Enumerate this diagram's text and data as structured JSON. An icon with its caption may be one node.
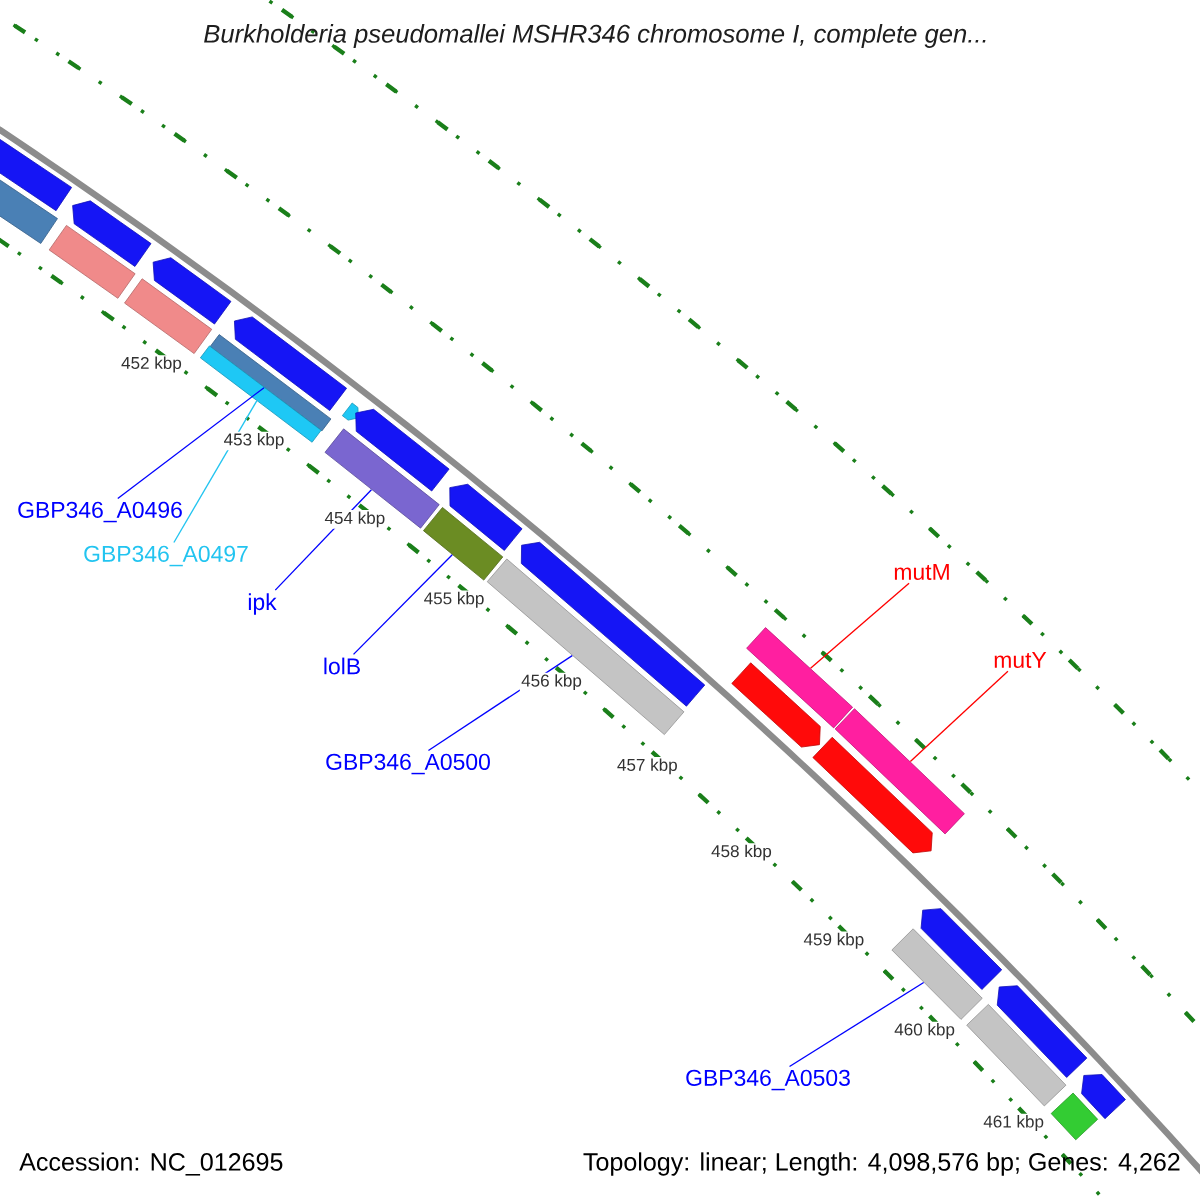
{
  "diagram": {
    "title": "Burkholderia pseudomallei MSHR346 chromosome I, complete gen...",
    "nodes": [
      {
        "text": [
          "GBP346_A0496"
        ]
      },
      {
        "text": [
          "GBP346_A0497"
        ]
      },
      {
        "text": [
          "ipk"
        ]
      },
      {
        "text": [
          "lolB"
        ]
      },
      {
        "text": [
          "GBP346_A0500"
        ]
      },
      {
        "text": [
          "mutM"
        ]
      },
      {
        "text": [
          "mutY"
        ]
      },
      {
        "text": [
          "GBP346_A0503"
        ]
      },
      {
        "text": [],
        "shape": "arrow"
      },
      {
        "text": [],
        "shape": "bar"
      },
      {
        "text": [],
        "shape": "arrow"
      },
      {
        "text": [],
        "shape": "bar"
      },
      {
        "text": [],
        "shape": "arrow"
      },
      {
        "text": [],
        "shape": "bar"
      },
      {
        "text": [],
        "shape": "bar"
      },
      {
        "text": [],
        "shape": "bar"
      },
      {
        "text": [],
        "shape": "arrow"
      },
      {
        "text": [],
        "shape": "arrow"
      },
      {
        "text": [],
        "shape": "arrow"
      },
      {
        "text": [],
        "shape": "bar"
      },
      {
        "text": [],
        "shape": "arrow"
      },
      {
        "text": [],
        "shape": "bar"
      },
      {
        "text": [],
        "shape": "bar"
      },
      {
        "text": [],
        "shape": "arrow"
      },
      {
        "text": [],
        "shape": "bar"
      },
      {
        "text": [],
        "shape": "arrow"
      },
      {
        "text": [],
        "shape": "arrow"
      },
      {
        "text": [],
        "shape": "bar"
      },
      {
        "text": [],
        "shape": "bar"
      },
      {
        "text": [],
        "shape": "arrow"
      },
      {
        "text": [],
        "shape": "bar"
      },
      {
        "text": [],
        "shape": "arrow"
      },
      {
        "text": [],
        "shape": "bar"
      },
      {
        "text": [],
        "shape": "arrow"
      }
    ],
    "edges": [
      {
        "from": 0,
        "to": 14,
        "arrow": "none"
      },
      {
        "from": 1,
        "to": 15,
        "arrow": "none",
        "color": "#22c4f0"
      },
      {
        "from": 2,
        "to": 19,
        "arrow": "none"
      },
      {
        "from": 3,
        "to": 21,
        "arrow": "none"
      },
      {
        "from": 4,
        "to": 22,
        "arrow": "none"
      },
      {
        "from": 5,
        "to": 24,
        "arrow": "none",
        "color": "#ff0000"
      },
      {
        "from": 6,
        "to": 27,
        "arrow": "none",
        "color": "#ff0000"
      },
      {
        "from": 7,
        "to": 28,
        "arrow": "none"
      }
    ],
    "labels": [
      "452 kbp",
      "453 kbp",
      "454 kbp",
      "455 kbp",
      "456 kbp",
      "457 kbp",
      "458 kbp",
      "459 kbp",
      "460 kbp",
      "461 kbp",
      "Accession: NC_012695",
      "Topology: linear; Length: 4,098,576 bp; Genes: 4,262"
    ]
  }
}
